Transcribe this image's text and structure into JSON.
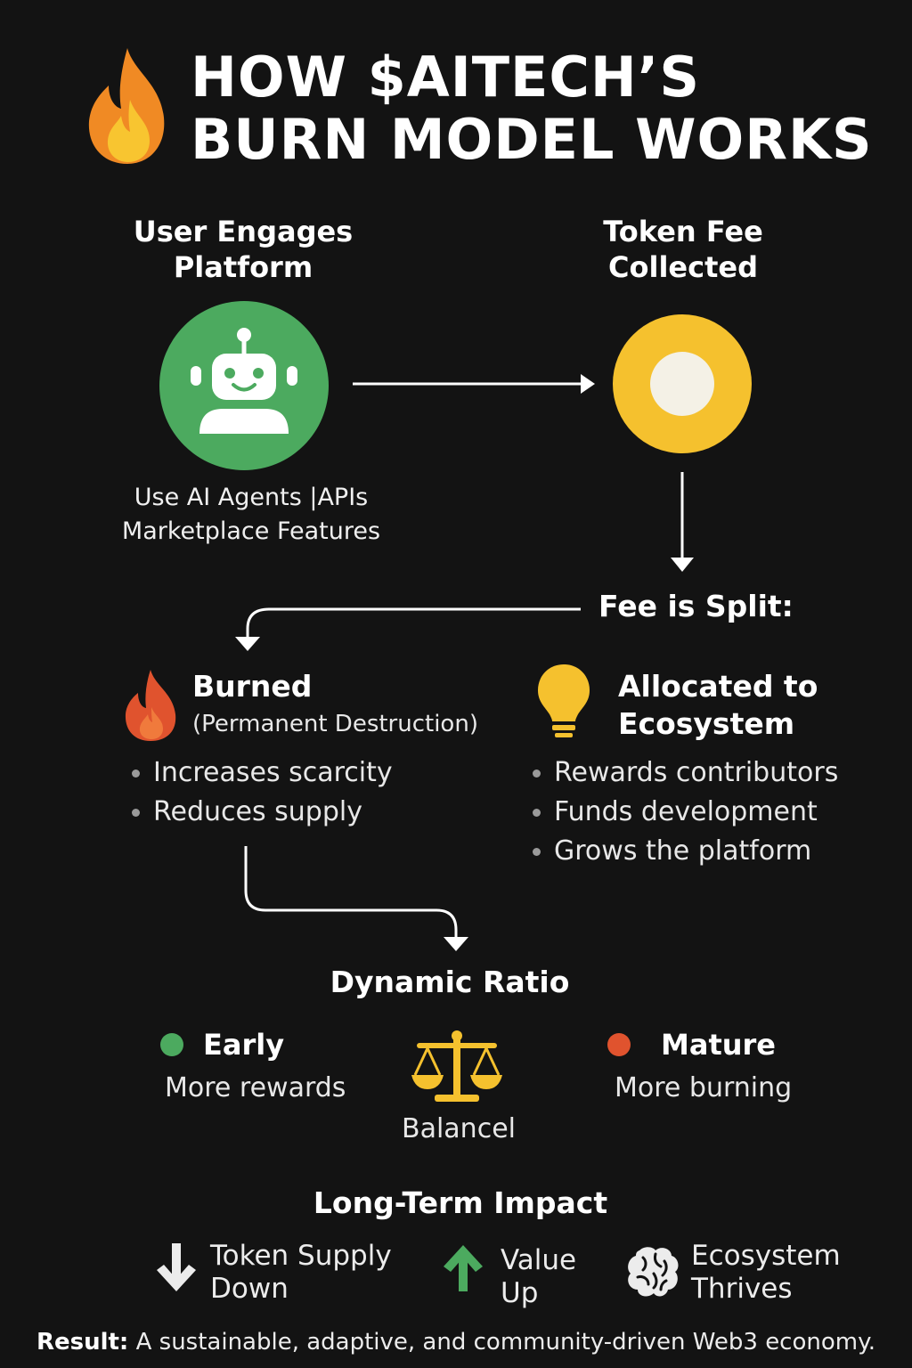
{
  "title": {
    "line1": "HOW $AITECH’S",
    "line2": "BURN MODEL WORKS"
  },
  "steps": {
    "engage": {
      "title_line1": "User Engages",
      "title_line2": "Platform",
      "caption_line1": "Use AI Agents |APIs",
      "caption_line2": "Marketplace Features"
    },
    "fee": {
      "title_line1": "Token Fee",
      "title_line2": "Collected"
    },
    "split": {
      "label": "Fee is Split:"
    }
  },
  "burned": {
    "title": "Burned",
    "subtitle": "(Permanent Destruction)",
    "bullets": [
      "Increases scarcity",
      "Reduces supply"
    ]
  },
  "allocated": {
    "title_line1": "Allocated to",
    "title_line2": "Ecosystem",
    "bullets": [
      "Rewards contributors",
      "Funds development",
      "Grows the platform"
    ]
  },
  "ratio": {
    "title": "Dynamic Ratio",
    "early": {
      "label": "Early",
      "desc": "More rewards"
    },
    "balance": {
      "label": "Balancel"
    },
    "mature": {
      "label": "Mature",
      "desc": "More burning"
    }
  },
  "impact": {
    "title": "Long-Term Impact",
    "supply": {
      "line1": "Token Supply",
      "line2": "Down"
    },
    "value": {
      "line1": "Value",
      "line2": "Up"
    },
    "ecosystem": {
      "line1": "Ecosystem",
      "line2": "Thrives"
    }
  },
  "result": {
    "label": "Result:",
    "text": "A sustainable, adaptive, and community-driven Web3 economy."
  },
  "icons": {
    "title": "fire-icon",
    "engage": "robot-icon",
    "fee": "coin-icon",
    "burned": "fire-icon",
    "allocated": "lightbulb-icon",
    "balance": "scales-icon",
    "supply": "arrow-down-icon",
    "value": "arrow-up-icon",
    "ecosystem": "brain-icon"
  },
  "colors": {
    "background": "#131313",
    "green": "#4caa5f",
    "yellow": "#f5c12e",
    "orange": "#f08a24",
    "red_orange": "#e0532e"
  }
}
